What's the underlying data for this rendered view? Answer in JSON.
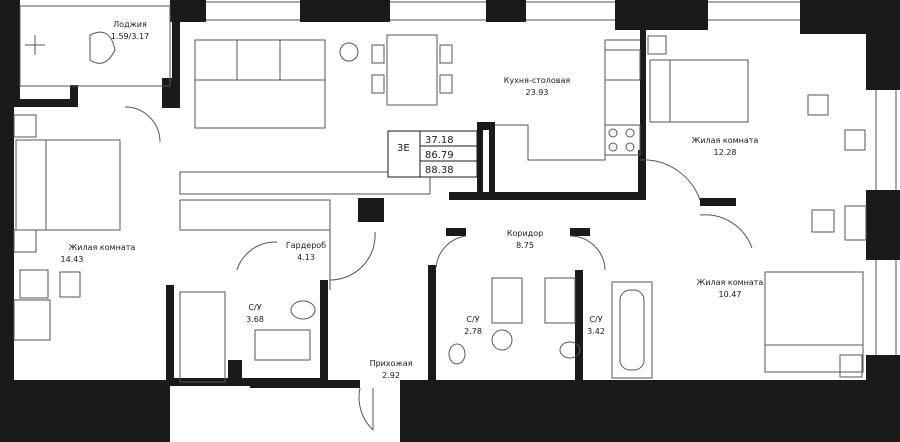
{
  "apartment": {
    "type": "3Е",
    "areas": [
      "37.18",
      "86.79",
      "88.38"
    ]
  },
  "rooms": {
    "loggia": {
      "name": "Лоджия",
      "area": "1.59/3.17"
    },
    "kitchen": {
      "name": "Кухня-столовая",
      "area": "23.93"
    },
    "bedroom_ne": {
      "name": "Жилая комната",
      "area": "12.28"
    },
    "bedroom_w": {
      "name": "Жилая комната",
      "area": "14.43"
    },
    "wardrobe": {
      "name": "Гардероб",
      "area": "4.13"
    },
    "corridor": {
      "name": "Коридор",
      "area": "8.75"
    },
    "bedroom_se": {
      "name": "Жилая комната",
      "area": "10.47"
    },
    "bath_w": {
      "name": "С/У",
      "area": "3.68"
    },
    "bath_mid": {
      "name": "С/У",
      "area": "2.78"
    },
    "bath_e": {
      "name": "С/У",
      "area": "3.42"
    },
    "hallway": {
      "name": "Прихожая",
      "area": "2.92"
    }
  },
  "colors": {
    "wall": "#1a1a1a",
    "line": "#555555",
    "background": "#ffffff"
  }
}
